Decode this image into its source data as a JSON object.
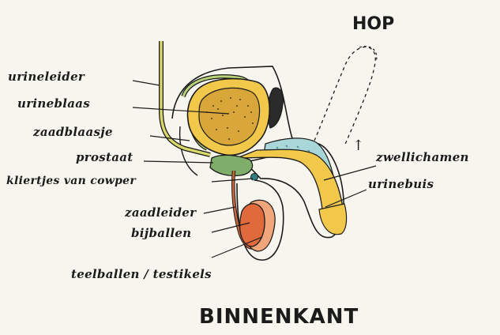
{
  "titles": {
    "top": "HOP",
    "bottom": "BINNENKANT"
  },
  "labels": {
    "urineleider": "urineleider",
    "urineblaas": "urineblaas",
    "zaadblaasje": "zaadblaasje",
    "prostaat": "prostaat",
    "klieren": "kliertjes van cowper",
    "zaadleider": "zaadleider",
    "bijballen": "bijballen",
    "teelballen": "teelballen / testikels",
    "zwellichamen": "zwellichamen",
    "urinebuis": "urinebuis"
  },
  "colors": {
    "background": "#f7f6ee",
    "outline": "#1b1b1b",
    "bladder_wall": "#f2c84b",
    "bladder_inner": "#d9a63a",
    "urethra": "#f2c84b",
    "erectile_tissue": "#a9d6d8",
    "prostate": "#7fae6a",
    "seminal_vesicle": "#b8d27a",
    "testis": "#e06a3c",
    "epididymis": "#f0a57a",
    "vas_deferens": "#c8643a"
  },
  "arrow_symbol": "↑"
}
